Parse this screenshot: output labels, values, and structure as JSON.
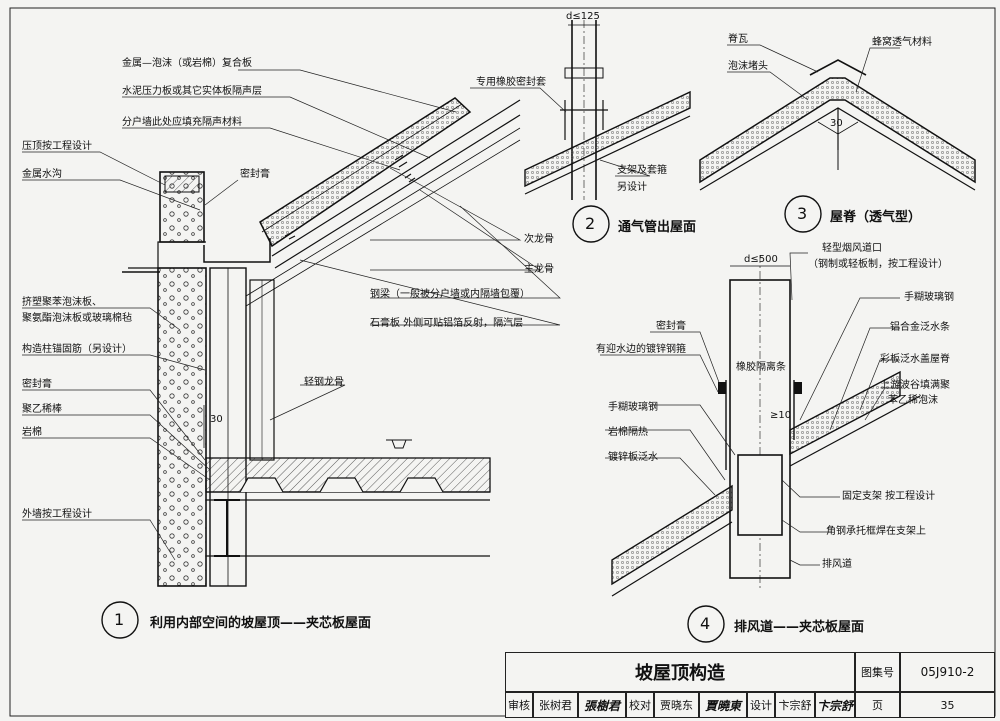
{
  "labels": {
    "d1_composite_panel": "金属—泡沫（或岩棉）复合板",
    "d1_cement_board": "水泥压力板或其它实体板隔声层",
    "d1_partition_fill": "分户墙此处应填充隔声材料",
    "d1_parapet_design": "压顶按工程设计",
    "d1_metal_gutter": "金属水沟",
    "d1_sealant_top": "密封膏",
    "d1_sub_purlin": "次龙骨",
    "d1_main_purlin": "主龙骨",
    "d1_steel_beam": "钢梁（一般被分户墙或内隔墙包覆）",
    "d1_gypsum_board": "石膏板 外侧可贴铝箔反射，隔汽层",
    "d1_light_steel_keel": "轻钢龙骨",
    "d1_xps_board": "挤塑聚苯泡沫板、",
    "d1_pu_board": "聚氨酯泡沫板或玻璃棉毡",
    "d1_column_anchor": "构造柱锚固筋（另设计）",
    "d1_sealant": "密封膏",
    "d1_pe_rod": "聚乙稀棒",
    "d1_rock_wool": "岩棉",
    "d1_wall_design": "外墙按工程设计",
    "d1_dim_30": "30",
    "d2_dim": "d≤125",
    "d2_rubber_sleeve": "专用橡胶密封套",
    "d2_support_hoop": "支架及套箍",
    "d2_other_design": "另设计",
    "d3_ridge_tile": "脊瓦",
    "d3_foam_plug": "泡沫堵头",
    "d3_honeycomb": "蜂窝透气材料",
    "d3_dim_30": "30",
    "d4_dim": "d≤500",
    "d4_cap": "轻型烟风道口",
    "d4_cap_note": "（钢制或轻板制，按工程设计）",
    "d4_hand_frp_top": "手糊玻璃钢",
    "d4_al_strip": "铝合金泛水条",
    "d4_color_ridge": "彩板泛水盖屋脊",
    "d4_upstream_fill": "上游波谷填满聚",
    "d4_upstream_fill2": "苯乙稀泡沫",
    "d4_sealant": "密封膏",
    "d4_galv_nail": "有迎水边的镀锌钢箍",
    "d4_rubber_strip": "橡胶隔离条",
    "d4_dim_10": "≥10",
    "d4_hand_frp": "手糊玻璃钢",
    "d4_rock_wool": "岩棉隔热",
    "d4_galv_flash": "镀锌板泛水",
    "d4_fixed_support": "固定支架 按工程设计",
    "d4_angle_frame": "角钢承托框焊在支架上",
    "d4_exhaust": "排风道"
  },
  "captions": {
    "c1_num": "1",
    "c1_text": "利用内部空间的坡屋顶——夹芯板屋面",
    "c2_num": "2",
    "c2_text": "通气管出屋面",
    "c3_num": "3",
    "c3_text": "屋脊（透气型）",
    "c4_num": "4",
    "c4_text": "排风道——夹芯板屋面"
  },
  "title_block": {
    "title": "坡屋顶构造",
    "atlas_label": "图集号",
    "atlas_no": "05J910-2",
    "page_label": "页",
    "page_no": "35",
    "review_label": "审核",
    "reviewer": "张树君",
    "reviewer_sig": "張樹君",
    "check_label": "校对",
    "checker": "贾晓东",
    "checker_sig": "賈曉東",
    "design_label": "设计",
    "designer": "卞宗舒",
    "designer_sig": "卞宗舒"
  }
}
